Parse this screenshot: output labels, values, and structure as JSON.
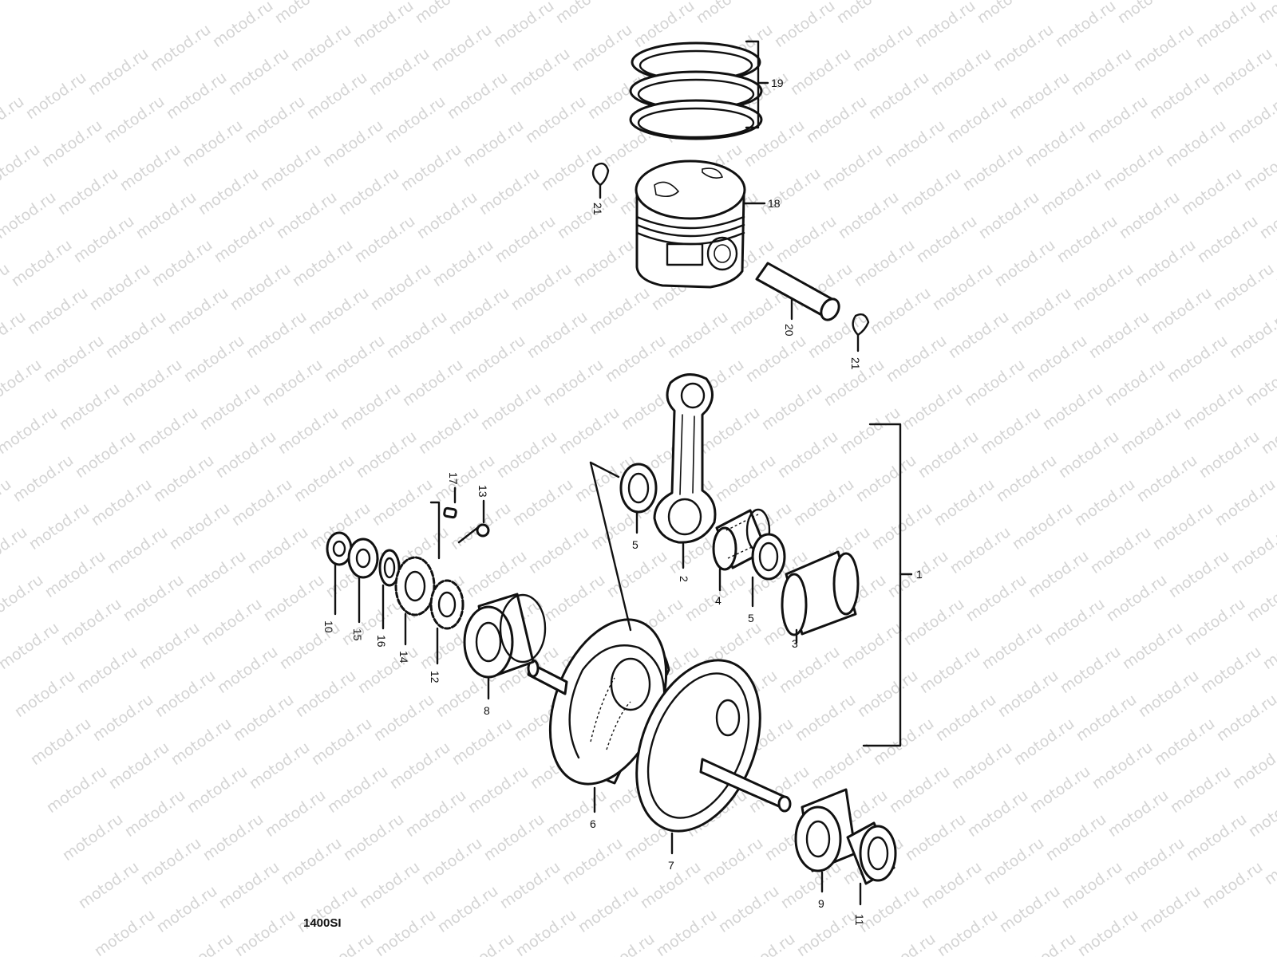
{
  "watermark": {
    "text": "motod.ru",
    "color": "#d4d4d4"
  },
  "diagram": {
    "code": "1400SI",
    "callouts": [
      {
        "id": "c1",
        "label": "1"
      },
      {
        "id": "c2",
        "label": "2"
      },
      {
        "id": "c3",
        "label": "3"
      },
      {
        "id": "c4",
        "label": "4"
      },
      {
        "id": "c5a",
        "label": "5"
      },
      {
        "id": "c5b",
        "label": "5"
      },
      {
        "id": "c6",
        "label": "6"
      },
      {
        "id": "c7",
        "label": "7"
      },
      {
        "id": "c8",
        "label": "8"
      },
      {
        "id": "c9",
        "label": "9"
      },
      {
        "id": "c10",
        "label": "10"
      },
      {
        "id": "c11",
        "label": "11"
      },
      {
        "id": "c12",
        "label": "12"
      },
      {
        "id": "c13",
        "label": "13"
      },
      {
        "id": "c14",
        "label": "14"
      },
      {
        "id": "c15",
        "label": "15"
      },
      {
        "id": "c16",
        "label": "16"
      },
      {
        "id": "c17",
        "label": "17"
      },
      {
        "id": "c18",
        "label": "18"
      },
      {
        "id": "c19",
        "label": "19"
      },
      {
        "id": "c20",
        "label": "20"
      },
      {
        "id": "c21a",
        "label": "21"
      },
      {
        "id": "c21b",
        "label": "21"
      }
    ]
  }
}
